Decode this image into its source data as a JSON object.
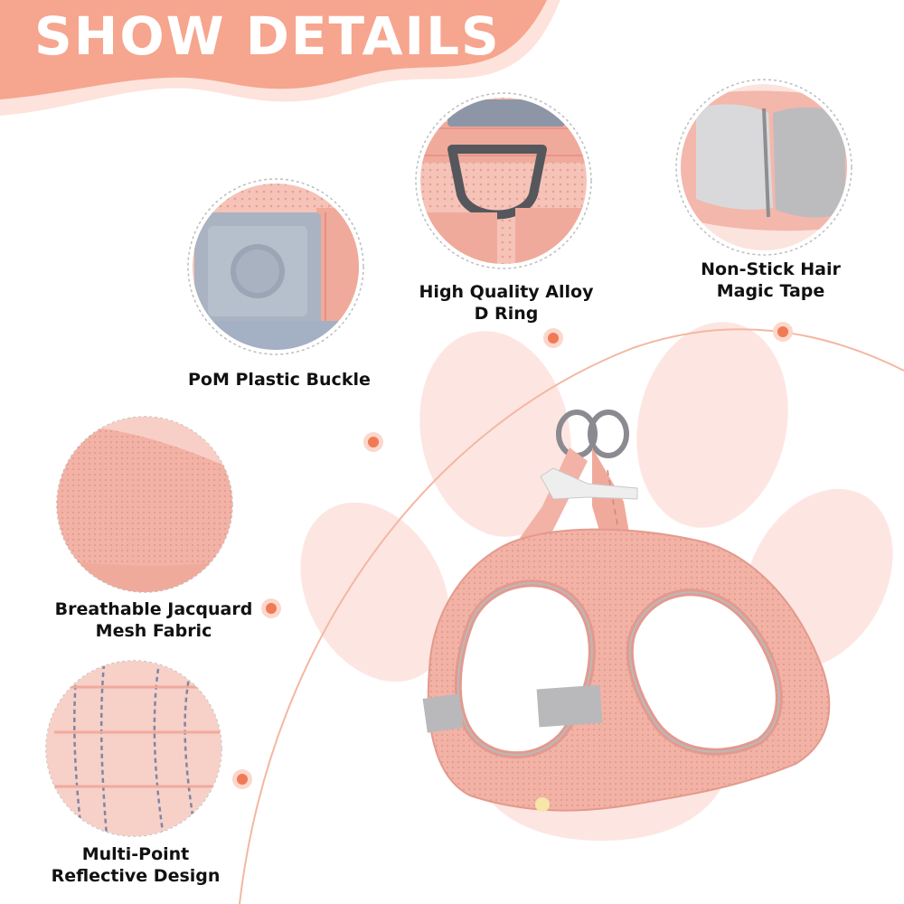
{
  "banner": {
    "title": "SHOW DETAILS"
  },
  "features": [
    {
      "id": "buckle",
      "lines": [
        "PoM Plastic Buckle"
      ]
    },
    {
      "id": "d-ring",
      "lines": [
        "High Quality Alloy",
        "D Ring"
      ]
    },
    {
      "id": "magic-tape",
      "lines": [
        "Non-Stick Hair",
        "Magic Tape"
      ]
    },
    {
      "id": "mesh",
      "lines": [
        "Breathable Jacquard",
        "Mesh Fabric"
      ]
    },
    {
      "id": "reflective",
      "lines": [
        "Multi-Point",
        "Reflective Design"
      ]
    }
  ],
  "colors": {
    "banner": "#f6a58e",
    "banner_wave": "#fde3db",
    "accent_dot": "#f07a55",
    "arc": "#f4b7a2",
    "paw": "#fde5e0",
    "harness": "#f3b2a6",
    "harness_dark": "#e39a8d",
    "reflective": "#b9b9bc",
    "ring": "#8a8a90"
  }
}
